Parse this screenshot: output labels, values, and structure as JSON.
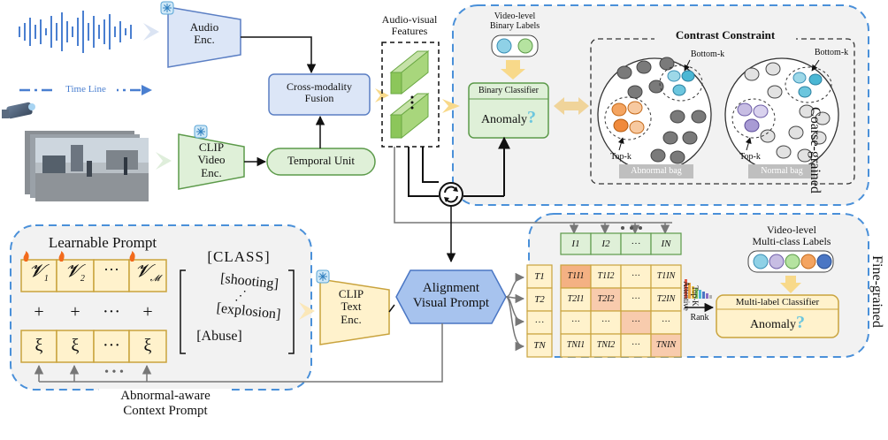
{
  "audio": {
    "encoder": "Audio\nEnc.",
    "timeline": "Time Line"
  },
  "video": {
    "encoder": "CLIP\nVideo\nEnc.",
    "temporal_unit": "Temporal Unit"
  },
  "fusion": "Cross-modality\nFusion",
  "features": "Audio-visual\nFeatures",
  "coarse": {
    "binary_labels": "Video-level\nBinary Labels",
    "binary_classifier": "Binary Classifier",
    "anomaly": "Anomaly",
    "contrast_title": "Contrast Constraint",
    "bottom_k_1": "Bottom-k",
    "bottom_k_2": "Bottom-k",
    "top_k_1": "Top-k",
    "top_k_2": "Top-k",
    "abnormal_bag": "Abnormal bag",
    "normal_bag": "Normal bag",
    "side_label": "Coarse-grained"
  },
  "prompt": {
    "title": "Learnable Prompt",
    "v_tokens": [
      "𝓥",
      "𝓥",
      "···",
      "𝓥"
    ],
    "v_subs": [
      "1",
      "2",
      "",
      "𝓜"
    ],
    "plus": [
      "+",
      "+",
      "···",
      "+"
    ],
    "xi_tokens": [
      "ξ",
      "ξ",
      "···",
      "ξ"
    ],
    "dots": "• • •",
    "class_header": "[CLASS]",
    "classes": [
      "[shooting]",
      "[explosion]",
      "[Abuse]"
    ],
    "context_label": "Abnormal-aware\nContext Prompt"
  },
  "text_encoder": "CLIP\nText\nEnc.",
  "alignment": "Alignment\nVisual Prompt",
  "fine": {
    "t_labels": [
      "T1",
      "T2",
      "···",
      "TN"
    ],
    "i_labels": [
      "I1",
      "I2",
      "···",
      "IN"
    ],
    "cells": [
      [
        "T1I1",
        "T1I2",
        "···",
        "T1IN"
      ],
      [
        "T2I1",
        "T2I2",
        "···",
        "T2IN"
      ],
      [
        "···",
        "···",
        "···",
        "···"
      ],
      [
        "TNI1",
        "TNI2",
        "···",
        "TNIN"
      ]
    ],
    "topk_attentive": "Top-K\nAttentive",
    "rank": "Rank",
    "multi_labels": "Video-level\nMulti-class Labels",
    "multi_classifier": "Multi-label Classifier",
    "anomaly": "Anomaly",
    "side_label": "Fine-grained"
  },
  "colors": {
    "blue_box": "#dce6f7",
    "green_box": "#dff0d8",
    "yellow_box": "#fff2cc",
    "orange_cell": "#f4b183",
    "dashed_blue": "#4a90d9"
  }
}
